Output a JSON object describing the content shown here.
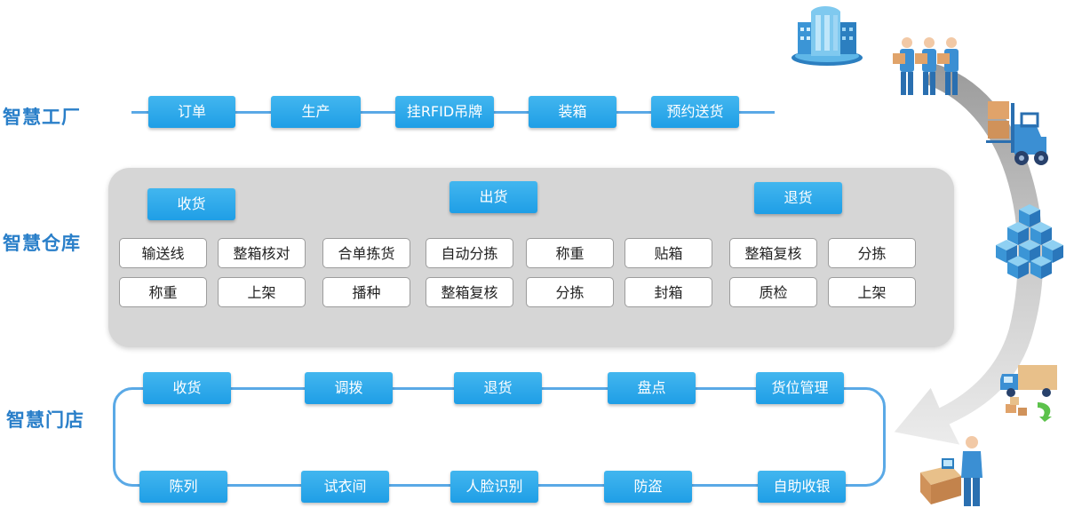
{
  "factory": {
    "label": "智慧工厂",
    "steps": [
      "订单",
      "生产",
      "挂RFID吊牌",
      "装箱",
      "预约送货"
    ]
  },
  "warehouse": {
    "label": "智慧仓库",
    "headers": [
      "收货",
      "出货",
      "退货"
    ],
    "row1": [
      "输送线",
      "整箱核对",
      "合单拣货",
      "自动分拣",
      "称重",
      "贴箱",
      "整箱复核",
      "分拣"
    ],
    "row2": [
      "称重",
      "上架",
      "播种",
      "整箱复核",
      "分拣",
      "封箱",
      "质检",
      "上架"
    ]
  },
  "store": {
    "label": "智慧门店",
    "top": [
      "收货",
      "调拨",
      "退货",
      "盘点",
      "货位管理"
    ],
    "bottom": [
      "陈列",
      "试衣间",
      "人脸识别",
      "防盗",
      "自助收银"
    ]
  },
  "icons": [
    "office-building-icon",
    "workers-icon",
    "forklift-icon",
    "cube-stack-icon",
    "delivery-truck-icon",
    "cashier-icon"
  ],
  "colors": {
    "accent": "#1f9ee6",
    "label": "#2a7fc9",
    "line": "#5aa9e6",
    "panel": "#d6d6d6"
  }
}
